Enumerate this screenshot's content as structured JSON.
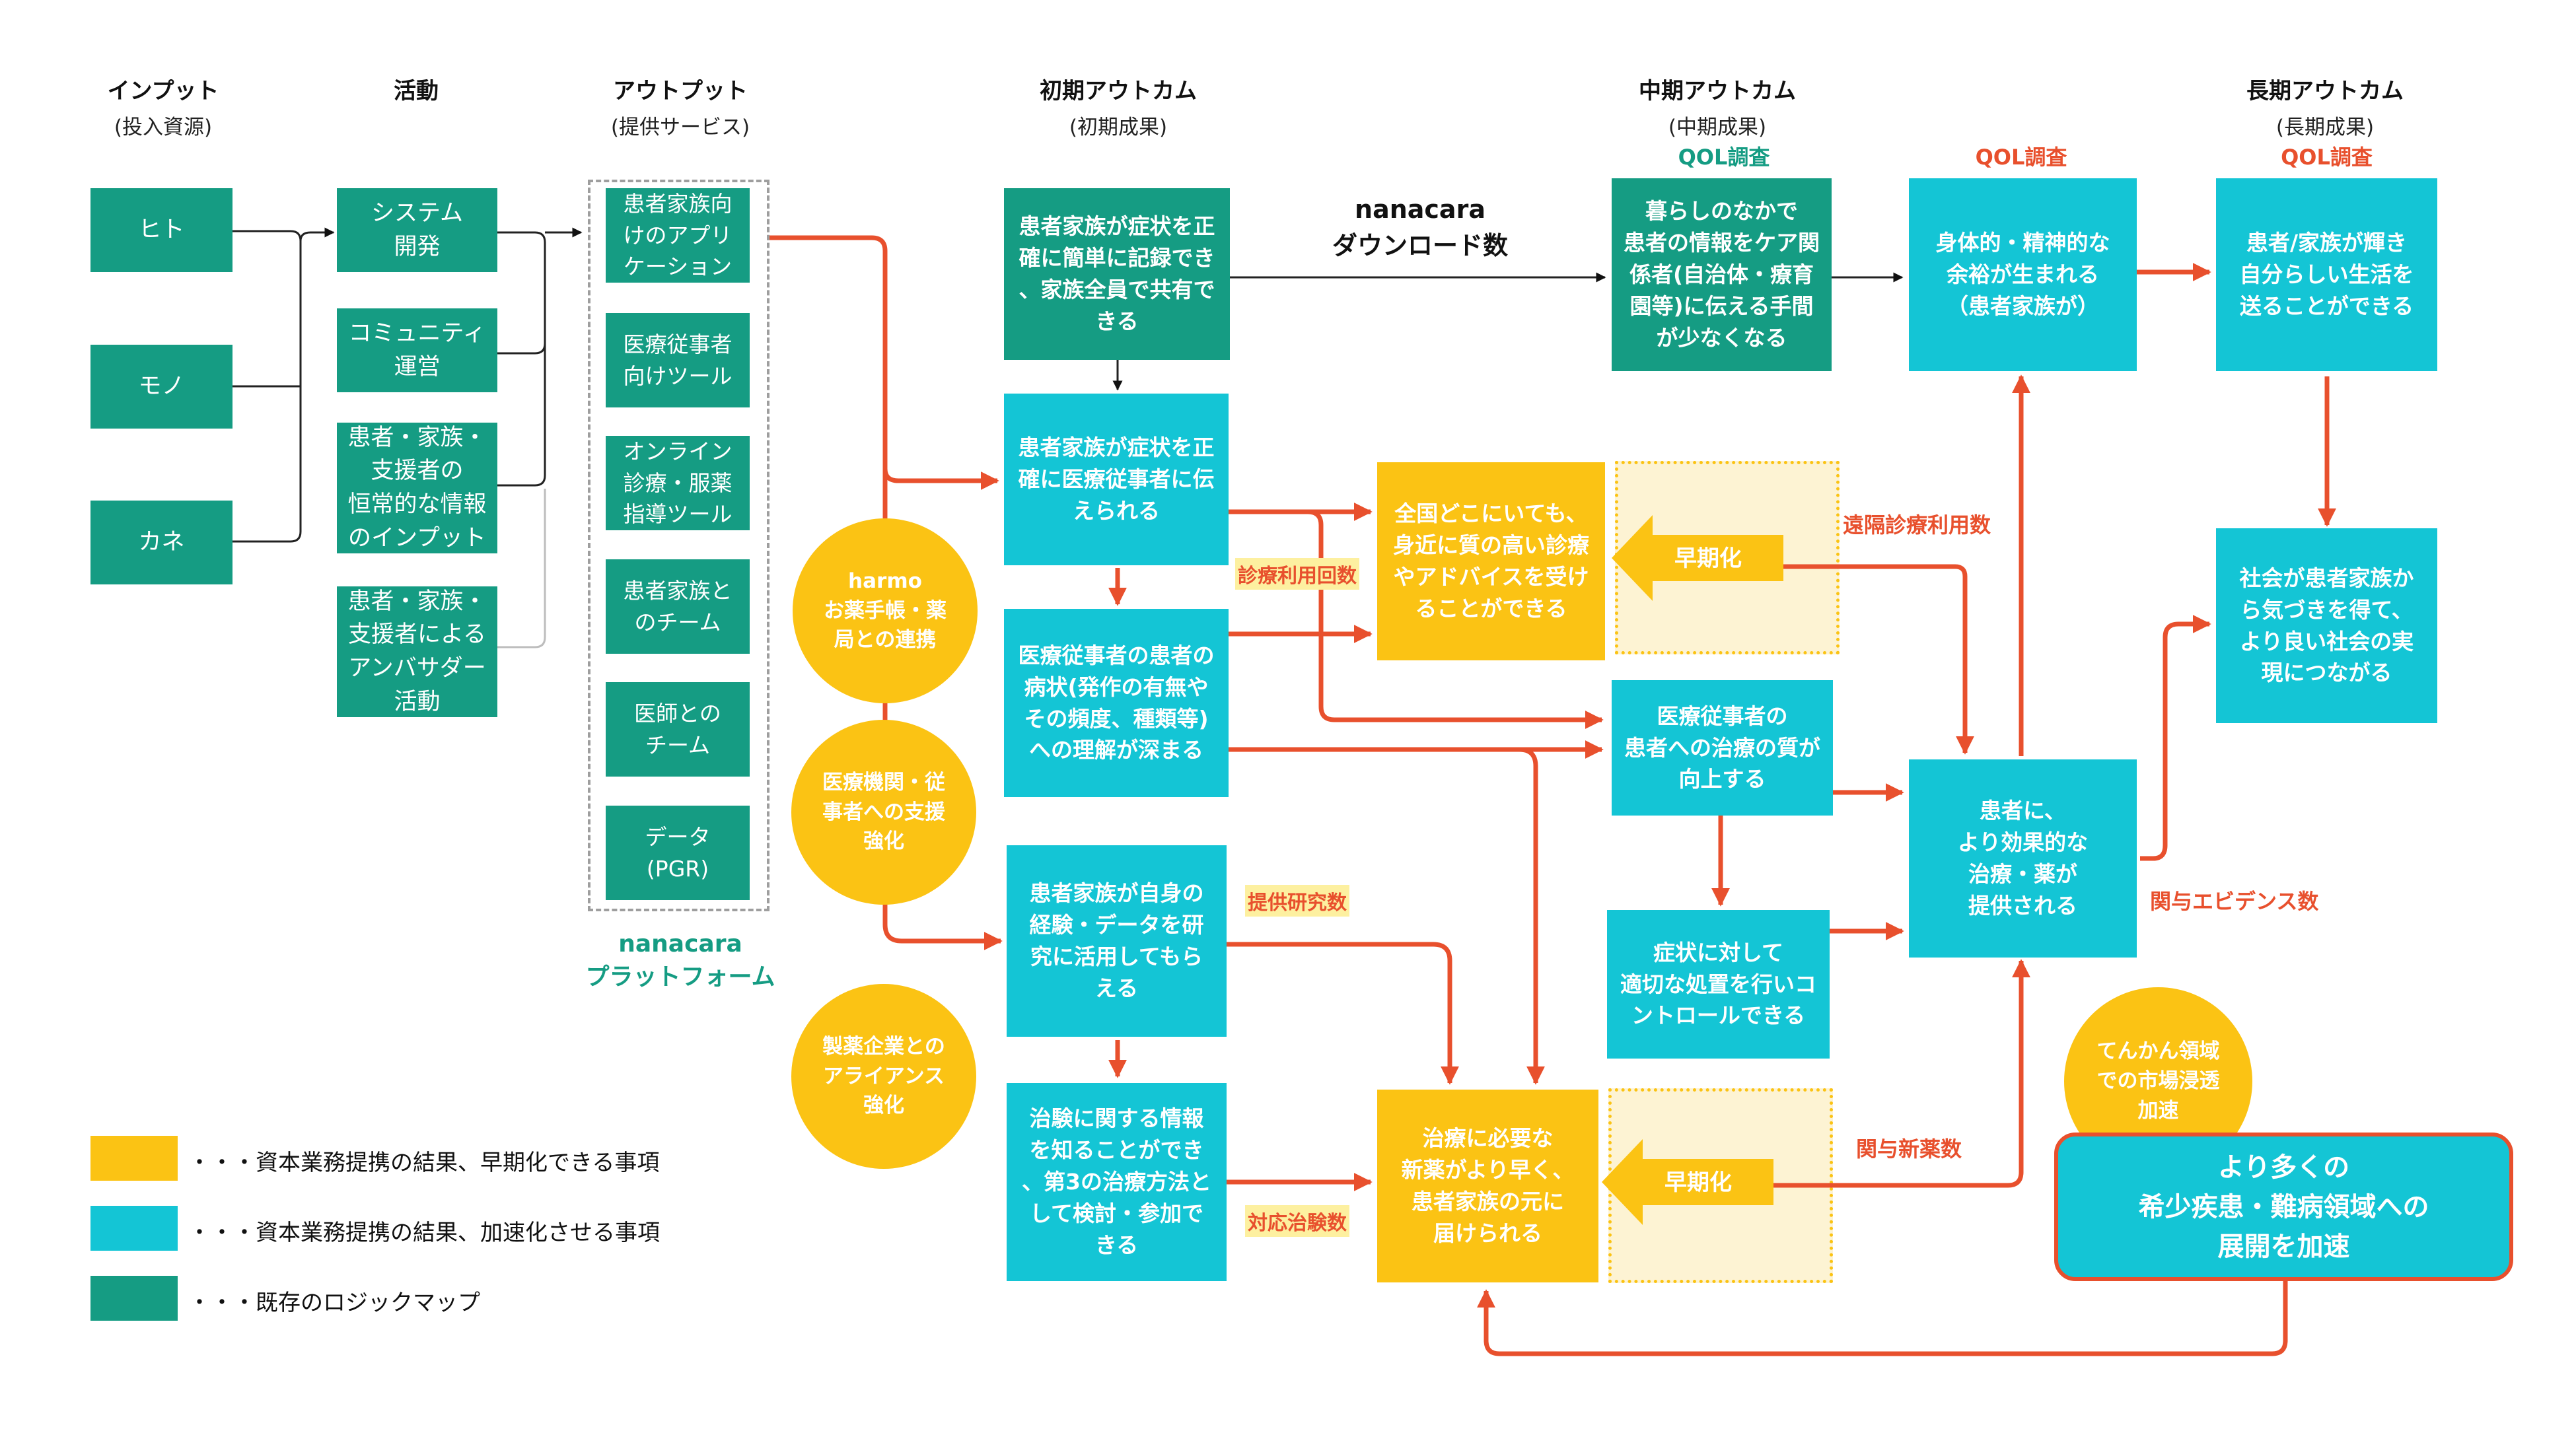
{
  "colors": {
    "existing": "#159C83",
    "accelerate": "#14C5D5",
    "earlier": "#FBC314",
    "arrow": "#E8502D"
  },
  "headers": {
    "input": {
      "title": "インプット",
      "sub": "(投入資源)"
    },
    "activity": {
      "title": "活動",
      "sub": ""
    },
    "output": {
      "title": "アウトプット",
      "sub": "(提供サービス)"
    },
    "initial": {
      "title": "初期アウトカム",
      "sub": "(初期成果)"
    },
    "middle": {
      "title": "中期アウトカム",
      "sub": "(中期成果)"
    },
    "long": {
      "title": "長期アウトカム",
      "sub": "(長期成果)"
    }
  },
  "inputs": [
    "ヒト",
    "モノ",
    "カネ"
  ],
  "activities": [
    "システム\n開発",
    "コミュニティ\n運営",
    "患者・家族・\n支援者の\n恒常的な情報\nのインプット",
    "患者・家族・\n支援者による\nアンバサダー\n活動"
  ],
  "outputs": [
    "患者家族向\nけのアプリ\nケーション",
    "医療従事者\n向けツール",
    "オンライン\n診療・服薬\n指導ツール",
    "患者家族と\nのチーム",
    "医師との\nチーム",
    "データ\n(PGR)"
  ],
  "platform_label": "nanacara\nプラットフォーム",
  "circles": {
    "harmo": "harmo\nお薬手帳・薬\n局との連携",
    "medical": "医療機関・従\n事者への支援\n強化",
    "pharma": "製薬企業との\nアライアンス\n強化",
    "epilepsy": "てんかん領域\nでの市場浸透\n加速"
  },
  "initial_outcomes": {
    "record": "患者家族が症状を正\n確に簡単に記録でき\n、家族全員で共有で\nきる",
    "convey": "患者家族が症状を正\n確に医療従事者に伝\nえられる",
    "understand": "医療従事者の患者の\n病状(発作の有無や\nその頻度、種類等)\nへの理解が深まる",
    "research": "患者家族が自身の\n経験・データを研\n究に活用してもら\nえる",
    "trial": "治験に関する情報\nを知ることができ\n、第3の治療方法と\nして検討・参加で\nきる"
  },
  "middle_outcomes": {
    "care": "暮らしのなかで\n患者の情報をケア関\n係者(自治体・療育\n園等)に伝える手間\nが少なくなる",
    "anywhere": "全国どこにいても、\n身近に質の高い診療\nやアドバイスを受け\nることができる",
    "quality": "医療従事者の\n患者への治療の質が\n向上する",
    "control": "症状に対して\n適切な処置を行いコ\nントロールできる",
    "drug": "治療に必要な\n新薬がより早く、\n患者家族の元に\n届けられる"
  },
  "long_outcomes": {
    "mental": "身体的・精神的な\n余裕が生まれる\n（患者家族が）",
    "shine": "患者/家族が輝き\n自分らしい生活を\n送ることができる",
    "effective": "患者に、\nより効果的な\n治療・薬が\n提供される",
    "society": "社会が患者家族か\nら気づきを得て、\nより良い社会の実\n現につながる"
  },
  "earlier_tag": "早期化",
  "metrics": {
    "download": "nanacara\nダウンロード数",
    "qol1": "QOL調査",
    "qol2": "QOL調査",
    "qol3": "QOL調査",
    "visits": "診療利用回数",
    "remote": "遠隔診療利用数",
    "research": "提供研究数",
    "trials": "対応治験数",
    "drugs": "関与新薬数",
    "evidence": "関与エビデンス数"
  },
  "big_goal": "より多くの\n希少疾患・難病領域への\n展開を加速",
  "legend": [
    {
      "text": "・・・資本業務提携の結果、早期化できる事項",
      "color": "#FBC314"
    },
    {
      "text": "・・・資本業務提携の結果、加速化させる事項",
      "color": "#14C5D5"
    },
    {
      "text": "・・・既存のロジックマップ",
      "color": "#159C83"
    }
  ]
}
